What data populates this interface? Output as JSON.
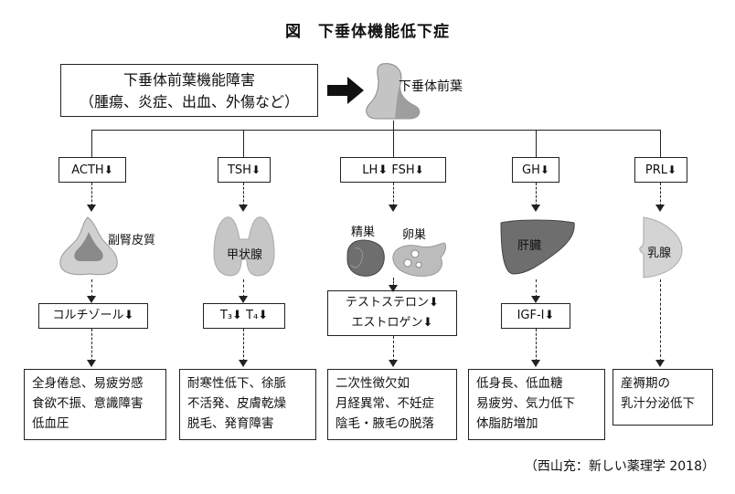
{
  "figure": {
    "title": "図　下垂体機能低下症"
  },
  "cause": {
    "line1": "下垂体前葉機能障害",
    "line2": "（腫瘍、炎症、出血、外傷など）"
  },
  "pituitary_label": "下垂体前葉",
  "down_arrow": "⬇",
  "columns": [
    {
      "hormone": "ACTH",
      "organ_label": "副腎皮質",
      "mid": [
        "コルチゾール⬇"
      ],
      "effects": [
        "全身倦怠、易疲労感",
        "食欲不振、意識障害",
        "低血圧"
      ]
    },
    {
      "hormone": "TSH",
      "organ_label": "甲状腺",
      "mid": [
        "T₃⬇ T₄⬇"
      ],
      "effects": [
        "耐寒性低下、徐脈",
        "不活発、皮膚乾燥",
        "脱毛、発育障害"
      ]
    },
    {
      "hormone": "LH⬇ FSH",
      "organ_label_1": "精巣",
      "organ_label_2": "卵巣",
      "mid": [
        "テストステロン⬇",
        "エストロゲン⬇"
      ],
      "effects": [
        "二次性徴欠如",
        "月経異常、不妊症",
        "陰毛・腋毛の脱落"
      ]
    },
    {
      "hormone": "GH",
      "organ_label": "肝臓",
      "mid": [
        "IGF-I⬇"
      ],
      "effects": [
        "低身長、低血糖",
        "易疲労、気力低下",
        "体脂肪増加"
      ]
    },
    {
      "hormone": "PRL",
      "organ_label": "乳腺",
      "mid": [],
      "effects": [
        "産褥期の",
        "乳汁分泌低下"
      ]
    }
  ],
  "citation": "（西山充：新しい薬理学 2018）",
  "colors": {
    "organ_fill": "#b8b8b8",
    "organ_light": "#d9d9d9",
    "liver_fill": "#6e6e6e",
    "line": "#222222"
  }
}
